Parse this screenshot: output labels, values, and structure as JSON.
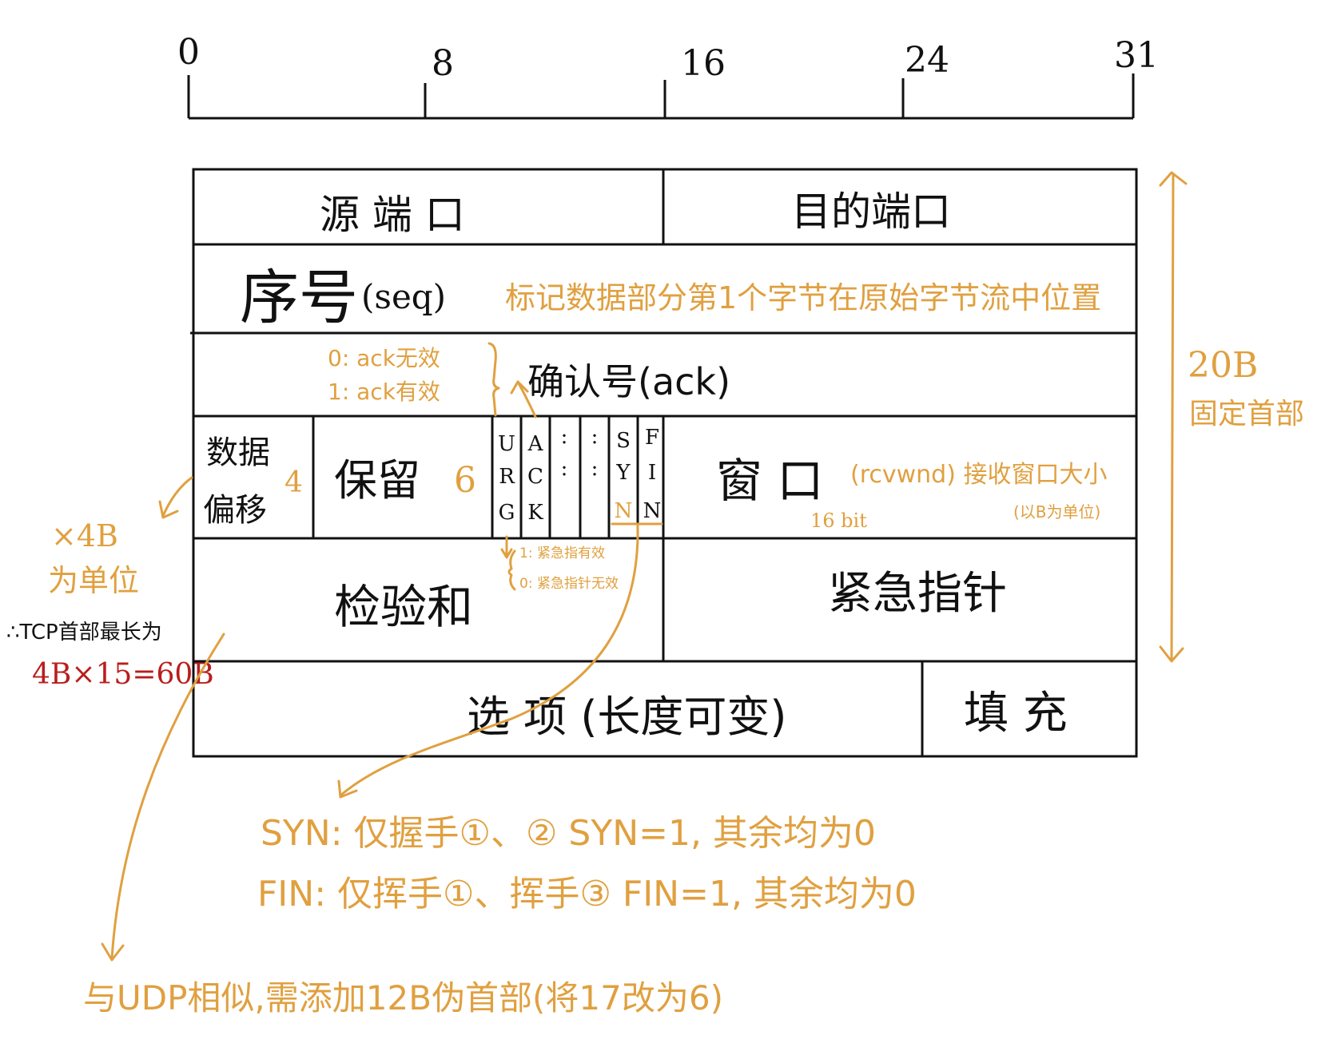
{
  "colors": {
    "ink": "#111111",
    "annotation": "#E0A040",
    "highlight": "#B81E1E"
  },
  "ruler": {
    "ticks": [
      "0",
      "8",
      "16",
      "24",
      "31"
    ]
  },
  "fields": {
    "src_port": "源 端 口",
    "dst_port": "目的端口",
    "seq": "序号",
    "seq_paren": "(seq)",
    "ack": "确认号(ack)",
    "data_offset_line1": "数据",
    "data_offset_line2": "偏移",
    "reserved": "保留",
    "window": "窗 口",
    "checksum": "检验和",
    "urgent_ptr": "紧急指针",
    "options": "选 项 (长度可变)",
    "padding": "填 充"
  },
  "flags": {
    "urg": [
      "U",
      "R",
      "G"
    ],
    "ack": [
      "A",
      "C",
      "K"
    ],
    "psh": [
      ":",
      ":"
    ],
    "rst": [
      ":",
      ":"
    ],
    "syn": [
      "S",
      "Y",
      "N"
    ],
    "fin": [
      "F",
      "I",
      "N"
    ]
  },
  "annotations": {
    "seq_note": "标记数据部分第1个字节在原始字节流中位置",
    "ack_flag_0": "0: ack无效",
    "ack_flag_1": "1: ack有效",
    "data_offset_bits": "4",
    "reserved_bits": "6",
    "window_note": "(rcvwnd) 接收窗口大小",
    "window_unit": "(以B为单位)",
    "window_bits": "16 bit",
    "urg_1": "1: 紧急指有效",
    "urg_0": "0: 紧急指针无效",
    "offset_unit_1": "×4B",
    "offset_unit_2": "为单位",
    "header_max": "∴TCP首部最长为",
    "header_max_calc": "4B×15=60B",
    "fixed_size": "20B",
    "fixed_label": "固定首部",
    "syn_note": "SYN: 仅握手①、② SYN=1, 其余均为0",
    "fin_note": "FIN: 仅挥手①、挥手③ FIN=1, 其余均为0",
    "checksum_note": "与UDP相似,需添加12B伪首部(将17改为6)"
  }
}
